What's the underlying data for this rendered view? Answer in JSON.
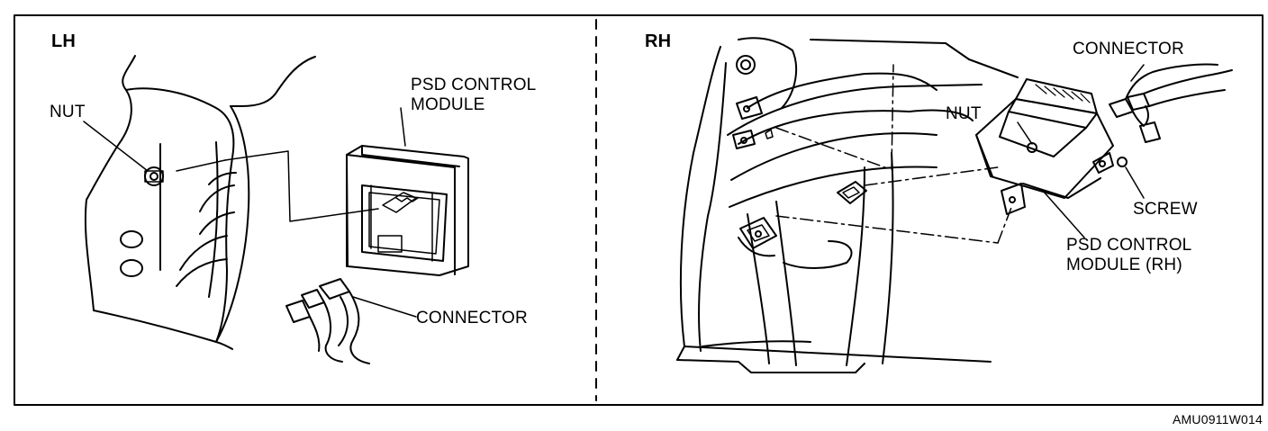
{
  "panels": {
    "left": {
      "tag": "LH",
      "labels": {
        "nut": "NUT",
        "module_line1": "PSD CONTROL",
        "module_line2": "MODULE",
        "connector": "CONNECTOR"
      }
    },
    "right": {
      "tag": "RH",
      "labels": {
        "connector": "CONNECTOR",
        "nut": "NUT",
        "screw": "SCREW",
        "module_line1": "PSD CONTROL",
        "module_line2": "MODULE (RH)"
      }
    }
  },
  "figure_code": "AMU0911W014"
}
